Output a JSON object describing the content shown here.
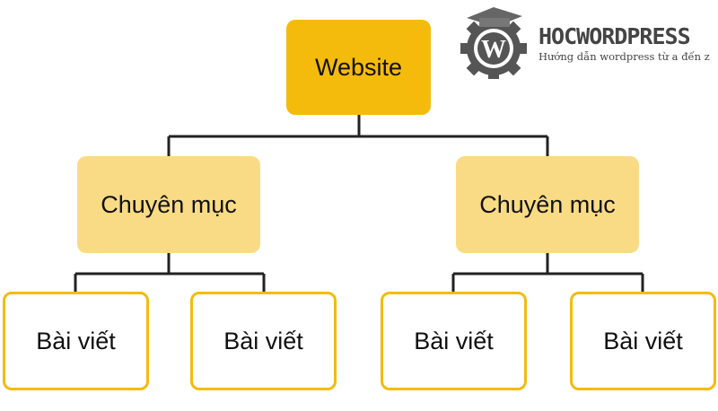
{
  "logo": {
    "title": "HOCWORDPRESS",
    "subtitle": "Hướng dẫn wordpress từ a đến z"
  },
  "diagram": {
    "root": "Website",
    "categories": [
      {
        "label": "Chuyên mục",
        "children": [
          "Bài viết",
          "Bài viết"
        ]
      },
      {
        "label": "Chuyên mục",
        "children": [
          "Bài viết",
          "Bài viết"
        ]
      }
    ]
  },
  "colors": {
    "root": "#f5bb0c",
    "category": "#fadb85",
    "post_border": "#f5bb0c",
    "connector": "#222222"
  }
}
